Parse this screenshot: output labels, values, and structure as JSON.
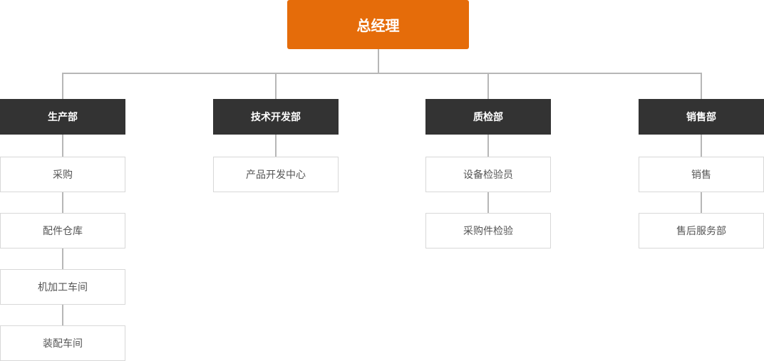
{
  "org": {
    "root": "总经理",
    "departments": [
      {
        "name": "生产部",
        "children": [
          "采购",
          "配件仓库",
          "机加工车间",
          "装配车间"
        ]
      },
      {
        "name": "技术开发部",
        "children": [
          "产品开发中心"
        ]
      },
      {
        "name": "质检部",
        "children": [
          "设备检验员",
          "采购件检验"
        ]
      },
      {
        "name": "销售部",
        "children": [
          "销售",
          "售后服务部"
        ]
      }
    ]
  },
  "colors": {
    "root_fill": "#e56c0a",
    "department_fill": "#333333",
    "sub_border": "#d8d8d8",
    "connector": "#b7b7b7"
  }
}
